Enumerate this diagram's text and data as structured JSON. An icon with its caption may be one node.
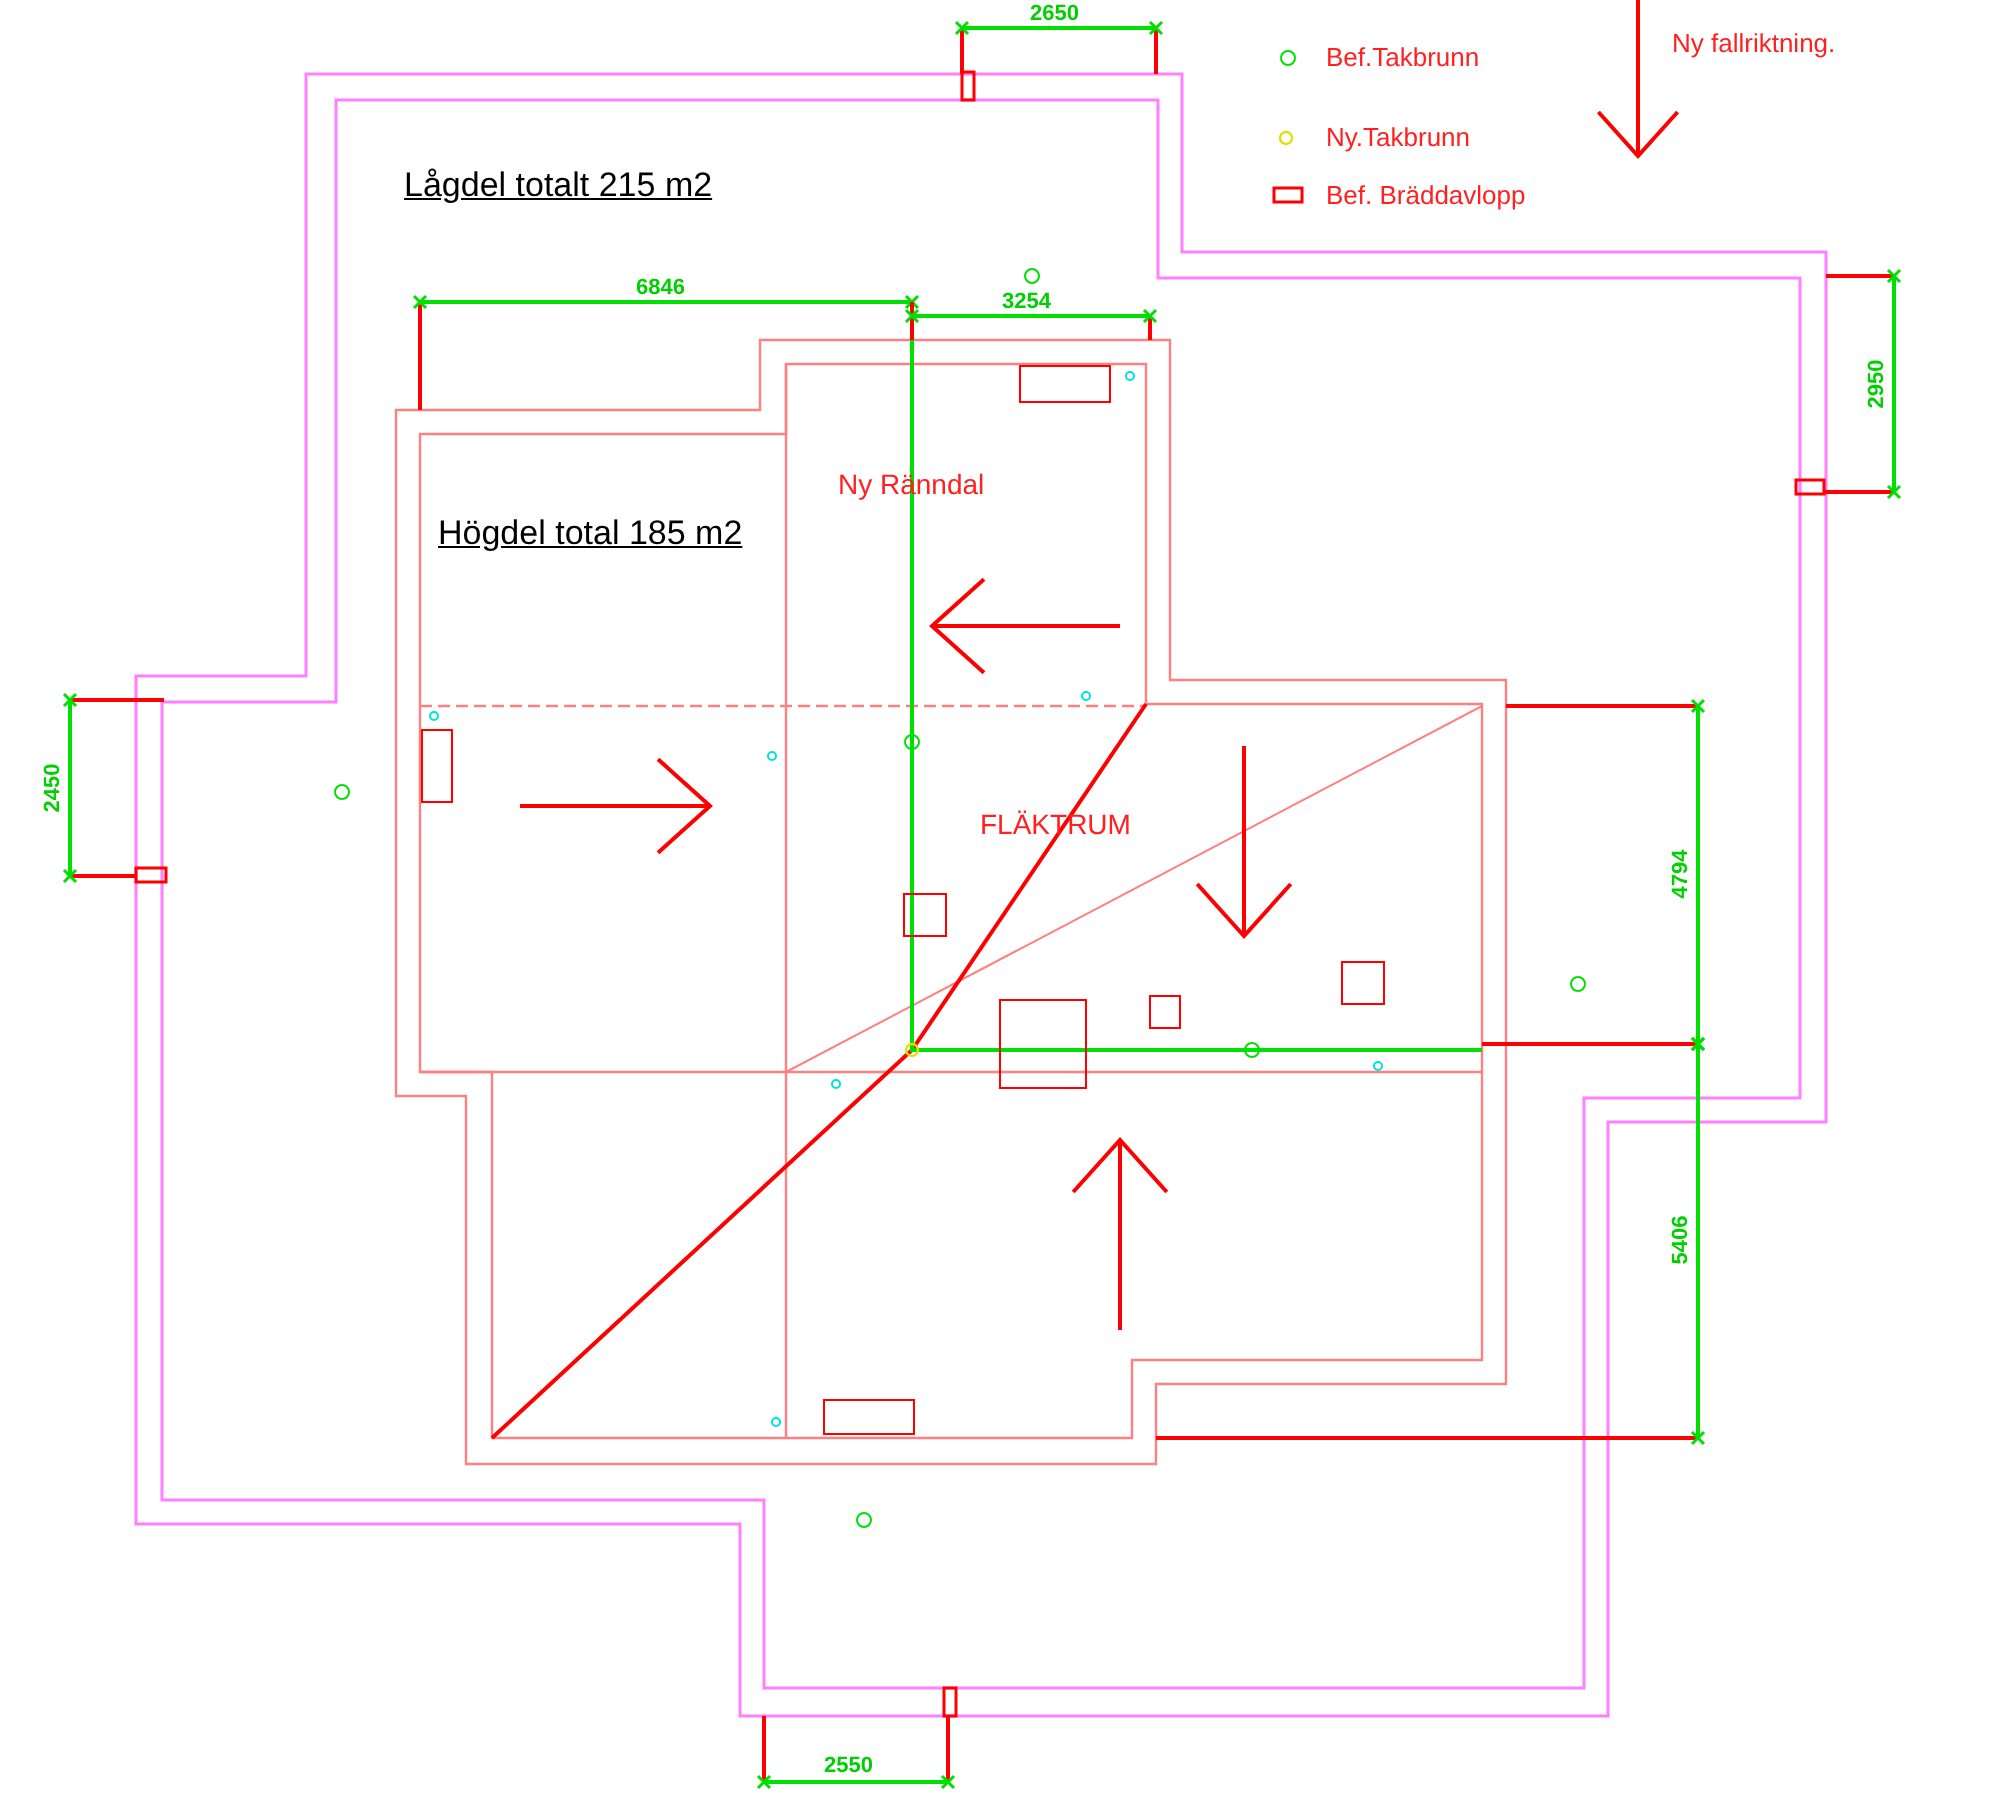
{
  "diagram": {
    "labels": [
      "Lågdel totalt 215 m2",
      "Högdel total 185 m2",
      "Ny Ränndal",
      "FLÄKTRUM",
      "2650",
      "6846",
      "3254",
      "2950",
      "2450",
      "4794",
      "5406",
      "2550"
    ],
    "legend": [
      {
        "text": "Bef.Takbrunn"
      },
      {
        "text": "Ny.Takbrunn"
      },
      {
        "text": "Bef. Bräddavlopp"
      },
      {
        "text": "Ny fallriktning."
      }
    ]
  }
}
